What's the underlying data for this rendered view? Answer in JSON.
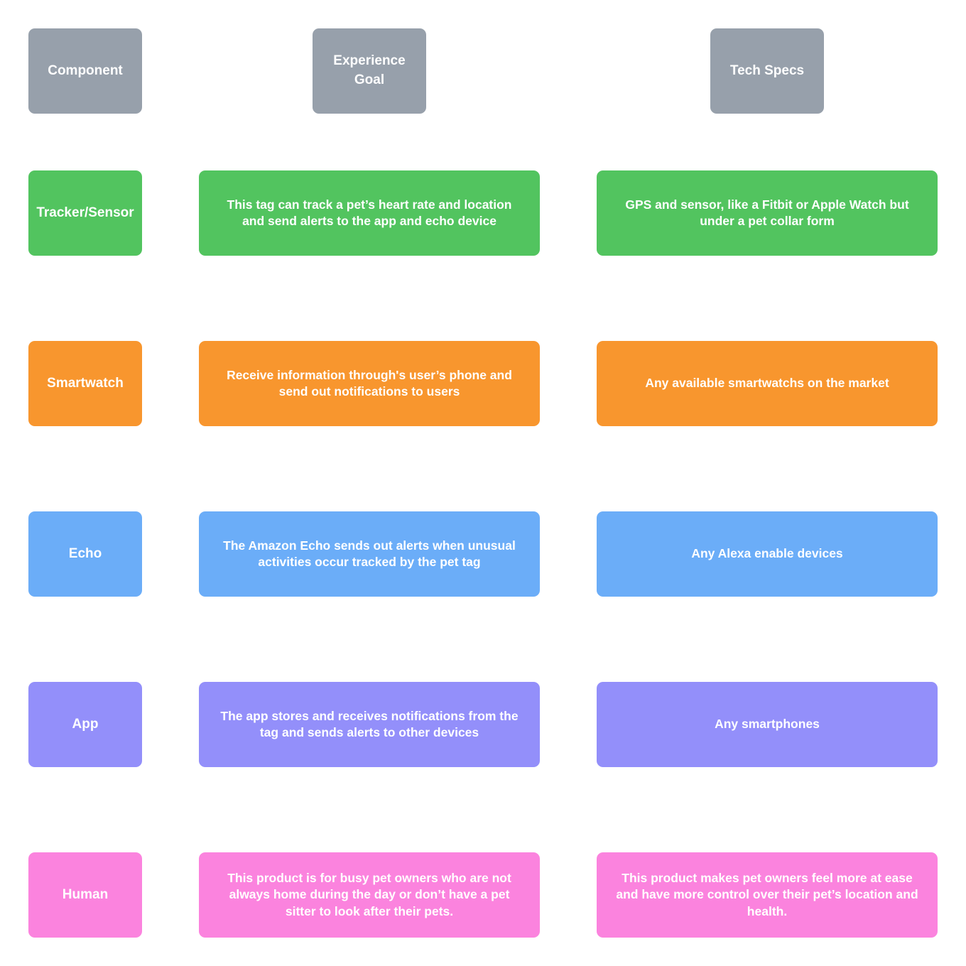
{
  "colors": {
    "header_gray": "#97a0ab",
    "tracker_green": "#52c45f",
    "smartwatch_orange": "#f8962e",
    "echo_blue": "#6badf8",
    "app_purple": "#938ffa",
    "human_pink": "#fb83de",
    "text_white": "#ffffff",
    "background": "#ffffff"
  },
  "header": {
    "component": "Component",
    "experience_goal": "Experience Goal",
    "tech_specs": "Tech Specs"
  },
  "rows": [
    {
      "component": "Tracker/Sensor",
      "experience_goal": "This tag can track a pet’s heart rate and location and send alerts to the app and echo device",
      "tech_specs": "GPS and sensor, like a Fitbit or Apple Watch but under a pet collar form",
      "color": "#52c45f"
    },
    {
      "component": "Smartwatch",
      "experience_goal": "Receive information through's user’s phone and send out notifications to users",
      "tech_specs": "Any available smartwatchs on the market",
      "color": "#f8962e"
    },
    {
      "component": "Echo",
      "experience_goal": "The Amazon Echo sends out alerts when unusual activities occur tracked by the pet tag",
      "tech_specs": "Any Alexa enable devices",
      "color": "#6badf8"
    },
    {
      "component": "App",
      "experience_goal": "The app stores and receives notifications from the tag and sends alerts to other devices",
      "tech_specs": "Any smartphones",
      "color": "#938ffa"
    },
    {
      "component": "Human",
      "experience_goal": "This product is for busy pet owners who are not always home during the day or don’t have a pet sitter to look after their pets.",
      "tech_specs": "This product makes pet owners feel more at ease and have more control over their pet’s location and health.",
      "color": "#fb83de"
    }
  ]
}
